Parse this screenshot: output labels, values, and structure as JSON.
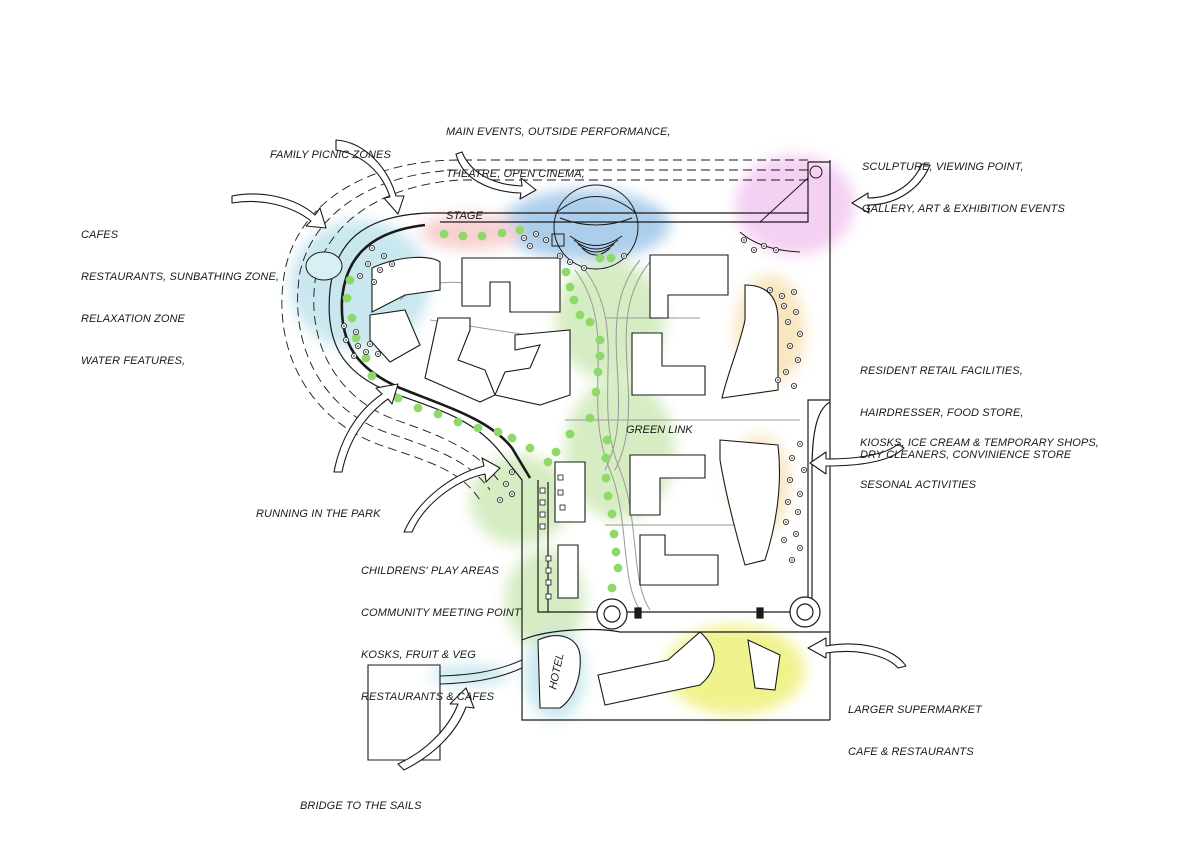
{
  "colors": {
    "zone_blue": "#9fc6e8",
    "zone_cyan": "#bfe3ec",
    "zone_pink": "#f3c8f0",
    "zone_red": "#f6c9c9",
    "zone_green": "#cfe9b8",
    "zone_yellow": "#eef07a",
    "zone_orange": "#f7e2b5",
    "tree_green": "#8fd86a",
    "line": "#1a1a1a"
  },
  "labels": {
    "family_picnic": [
      "FAMILY PICNIC ZONES"
    ],
    "main_events": [
      "MAIN EVENTS, OUTSIDE PERFORMANCE,",
      "THEATRE, OPEN CINEMA,",
      "STAGE"
    ],
    "sculpture": [
      "SCULPTURE, VIEWING POINT,",
      "GALLERY, ART & EXHIBITION EVENTS"
    ],
    "cafes": [
      "CAFES",
      "RESTAURANTS, SUNBATHING ZONE,",
      "RELAXATION ZONE",
      "WATER FEATURES,"
    ],
    "resident_retail": [
      "RESIDENT RETAIL FACILITIES,",
      "HAIRDRESSER, FOOD STORE,",
      "DRY CLEANERS, CONVINIENCE STORE"
    ],
    "kiosks": [
      "KIOSKS, ICE CREAM & TEMPORARY SHOPS,",
      "SESONAL ACTIVITIES"
    ],
    "green_link": "GREEN LINK",
    "running": [
      "RUNNING IN THE PARK"
    ],
    "childrens": [
      "CHILDRENS' PLAY AREAS",
      "COMMUNITY MEETING POINT",
      "KOSKS, FRUIT & VEG",
      "RESTAURANTS & CAFES"
    ],
    "supermarket": [
      "LARGER SUPERMARKET",
      "CAFE & RESTAURANTS"
    ],
    "bridge": [
      "BRIDGE TO THE SAILS"
    ],
    "hotel": "HOTEL"
  },
  "icons": {
    "pointer_arrow": "curved-arrow-icon",
    "tree": "tree-icon",
    "shrub": "shrub-icon",
    "roundabout": "roundabout-icon"
  }
}
